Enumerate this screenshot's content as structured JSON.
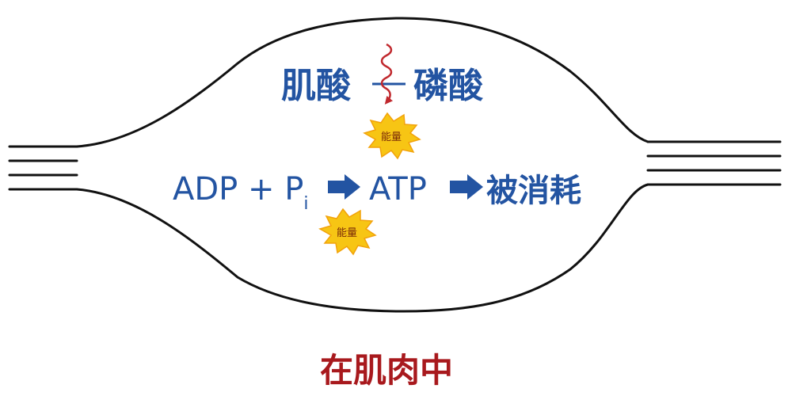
{
  "diagram": {
    "reaction1": {
      "creatine": "肌酸",
      "phosphate": "磷酸"
    },
    "reaction2": {
      "adp_plus_p": "ADP + P",
      "subscript": "i",
      "atp": "ATP",
      "consumed": "被消耗"
    },
    "energy_label": "能量",
    "caption": "在肌肉中"
  },
  "colors": {
    "text_blue": "#2354a2",
    "caption_red": "#a8191d",
    "squiggle_red": "#c0282d",
    "burst_fill": "#f7c514",
    "burst_stroke": "#f2a20a",
    "outline": "#111111"
  }
}
